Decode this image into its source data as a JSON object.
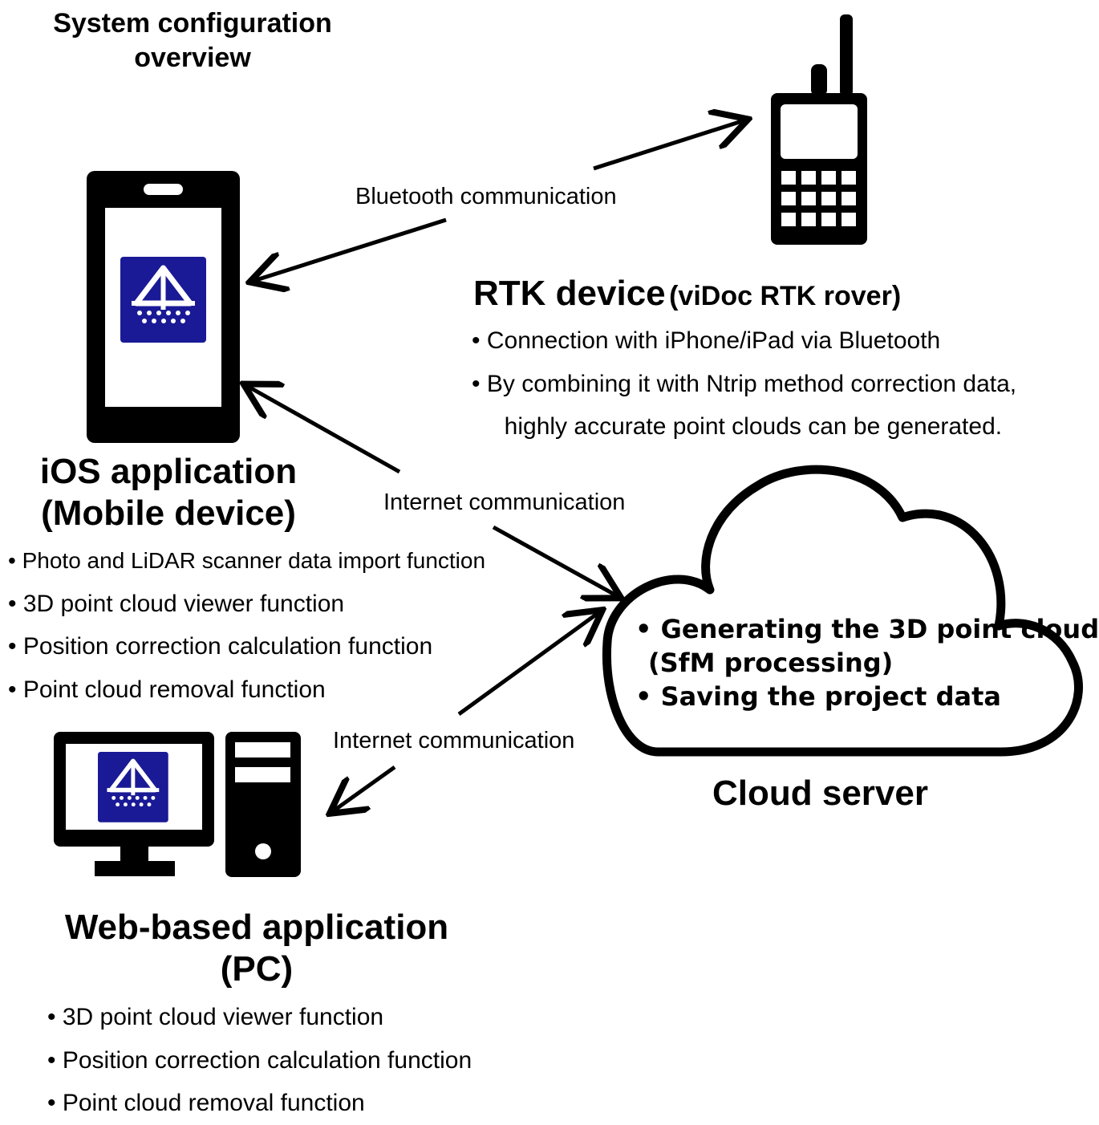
{
  "title": "System configuration overview",
  "title_lines": [
    "System configuration",
    "overview"
  ],
  "ios": {
    "heading_line1": "iOS application",
    "heading_line2": "(Mobile device)",
    "features": [
      "Photo and LiDAR scanner data import function",
      "3D point cloud viewer function",
      "Position correction calculation function",
      "Point cloud removal function"
    ]
  },
  "rtk": {
    "heading_main": "RTK device",
    "heading_sub": "(viDoc RTK rover)",
    "features": [
      "Connection with iPhone/iPad via Bluetooth",
      "By combining it with Ntrip method correction data,",
      "highly accurate point clouds can be generated."
    ]
  },
  "cloud": {
    "label": "Cloud server",
    "features": [
      "Generating the 3D point cloud",
      "(SfM processing)",
      "Saving the project data"
    ]
  },
  "web": {
    "heading_line1": "Web-based application",
    "heading_line2": "(PC)",
    "features": [
      "3D point cloud viewer function",
      "Position correction calculation function",
      "Point cloud removal function"
    ]
  },
  "connections": {
    "bluetooth": "Bluetooth communication",
    "internet_mobile": "Internet communication",
    "internet_pc": "Internet communication"
  },
  "colors": {
    "app_icon_bg": "#1a1a96",
    "ink": "#000000"
  },
  "icons": [
    "smartphone-icon",
    "walkie-talkie-icon",
    "cloud-icon",
    "desktop-pc-icon",
    "app-logo-icon"
  ]
}
